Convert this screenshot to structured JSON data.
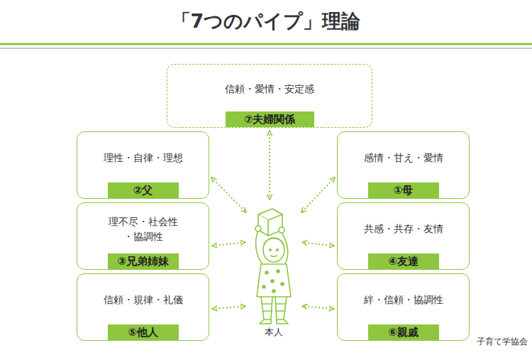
{
  "diagram": {
    "title": "「7つのパイプ」理論",
    "nodes": [
      {
        "text": [
          "信頼・愛情・安定感",
          "⑦夫婦関係"
        ]
      },
      {
        "text": [
          "理性・自律・理想",
          "②父"
        ]
      },
      {
        "text": [
          "感情・甘え・愛情",
          "①母"
        ]
      },
      {
        "text": [
          "理不尽・社会性 ・協調性",
          "③兄弟姉妹"
        ]
      },
      {
        "text": [
          "共感・共存・友情",
          "④友達"
        ]
      },
      {
        "text": [
          "信頼・規律・礼儀",
          "⑤他人"
        ]
      },
      {
        "text": [
          "本人"
        ]
      },
      {
        "text": [
          "絆・信頼・協調性",
          "⑥親戚"
        ]
      }
    ],
    "edges": [
      {
        "from": 0,
        "to": 6,
        "arrow": "both"
      },
      {
        "from": 1,
        "to": 6,
        "arrow": "both"
      },
      {
        "from": 2,
        "to": 6,
        "arrow": "both"
      },
      {
        "from": 3,
        "to": 6,
        "arrow": "both"
      },
      {
        "from": 4,
        "to": 6,
        "arrow": "both"
      },
      {
        "from": 5,
        "to": 6,
        "arrow": "both"
      },
      {
        "from": 7,
        "to": 6,
        "arrow": "both"
      }
    ],
    "labels": [
      "子育て学協会"
    ]
  }
}
